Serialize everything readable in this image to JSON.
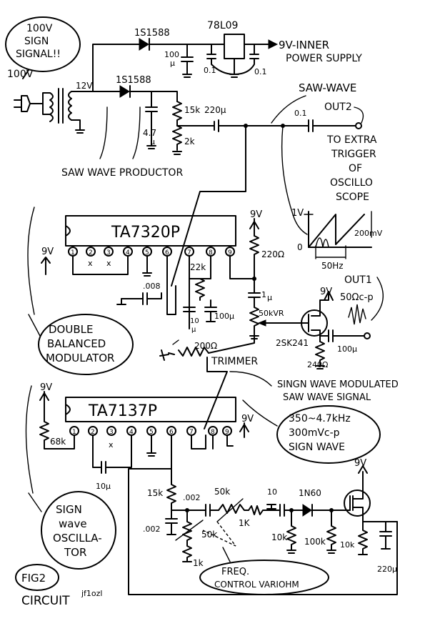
{
  "labels": {
    "signal_bubble": [
      "100V",
      "SIGN",
      "SIGNAL!!"
    ],
    "mains": "100V",
    "sec_v": "12V",
    "d1": "1S1588",
    "d2": "1S1588",
    "reg": "78L09",
    "reg_out": "9V-INNER",
    "reg_out2": "POWER SUPPLY",
    "c_100u_top": [
      "100",
      "μ"
    ],
    "c_01a": "0.1",
    "c_01b": "0.1",
    "c_47u": [
      "4.7",
      "μ"
    ],
    "r_15k": "15k",
    "r_2k": "2k",
    "c_220u": "220μ",
    "saw_wave": "SAW-WAVE",
    "c_01_out": "0.1",
    "out2": "OUT2",
    "trigger": [
      "TO EXTRA",
      "TRIGGER",
      "OF",
      "OSCILLO",
      "SCOPE"
    ],
    "saw_productor": "SAW WAVE PRODUCTOR",
    "ic1": "TA7320P",
    "ic2": "TA7137P",
    "pins1": [
      "1",
      "2",
      "3",
      "4",
      "5",
      "6",
      "7",
      "8",
      "9"
    ],
    "pins2": [
      "1",
      "2",
      "3",
      "4",
      "5",
      "6",
      "7",
      "8",
      "9"
    ],
    "x_mark": "x",
    "v9": "9V",
    "r_220": "220Ω",
    "r_22k": "22k",
    "c_008": ".008",
    "c_10u": [
      "10",
      "μ"
    ],
    "c_100u_b": "100μ",
    "c_1u": [
      "1",
      "μ"
    ],
    "r_50kvr": "50kVR",
    "r_200": "200Ω",
    "trimmer": "TRIMMER",
    "fet1": "2SK241",
    "out1": "OUT1",
    "out1_level": "50Ωc-p",
    "c_100u_out": "100μ",
    "r_240": "240Ω",
    "wave_1v": "1V",
    "wave_0": "0",
    "wave_200mv": "200mV",
    "wave_50hz": "50Hz",
    "dbm": [
      "DOUBLE",
      "BALANCED",
      "MODULATOR"
    ],
    "sign_saw": [
      "SINGN WAVE MODULATED",
      "SAW WAVE SIGNAL"
    ],
    "spec": [
      "350~4.7kHz",
      "300mVc-p",
      "SIGN WAVE"
    ],
    "r_68k": "68k",
    "c_10u_b": "10μ",
    "r_15k_b": "15k",
    "c_002a": ".002",
    "c_002b": ".002",
    "r_50k_a": "50k",
    "r_50k_b": "50k",
    "r_1k_a": "1K",
    "r_1k_b": "1k",
    "c_10": "10",
    "d_1n60": "1N60",
    "r_10k_a": "10k",
    "r_100k": "100k",
    "r_10k_b": "10k",
    "c_220u_b": "220μ",
    "osc": [
      "SIGN",
      "wave",
      "OSCILLA-",
      "TOR"
    ],
    "freq": [
      "FREQ.",
      "CONTROL VARIOHM"
    ],
    "fig": "FIG2",
    "circuit": "CIRCUIT",
    "author": "jf1ozl"
  }
}
